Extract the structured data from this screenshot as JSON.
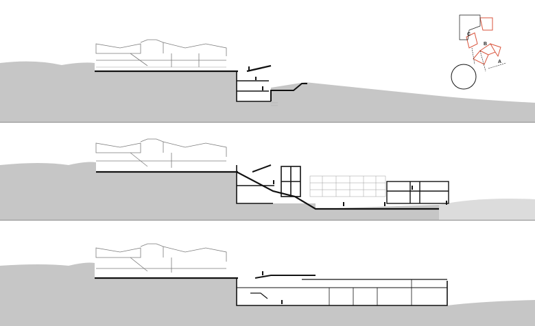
{
  "colors": {
    "terrain": "#c6c6c6",
    "terrain_light": "#dcdcdc",
    "line": "#111111",
    "line_light": "#9a9a9a",
    "key_red": "#d9533b",
    "background": "#ffffff"
  },
  "key_plan": {
    "section_labels": {
      "a": "A",
      "b": "B",
      "c": "C"
    }
  }
}
